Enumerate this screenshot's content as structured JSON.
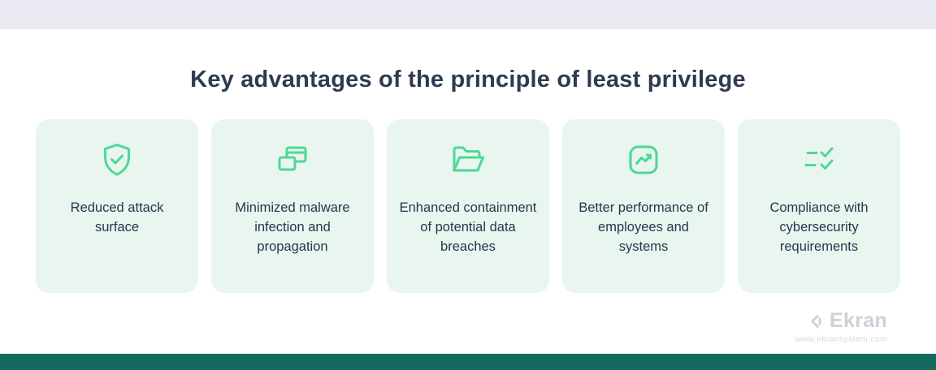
{
  "header": {
    "title": "Key advantages of the principle of least privilege"
  },
  "cards": [
    {
      "icon": "shield-check-icon",
      "label": "Reduced attack surface"
    },
    {
      "icon": "overlapping-windows-icon",
      "label": "Minimized malware infection and propagation"
    },
    {
      "icon": "open-folder-icon",
      "label": "Enhanced containment of potential data breaches"
    },
    {
      "icon": "performance-chart-icon",
      "label": "Better performance of employees and systems"
    },
    {
      "icon": "checklist-icon",
      "label": "Compliance with cybersecurity requirements"
    }
  ],
  "footer": {
    "brand": "Ekran",
    "website": "www.ekransystem.com"
  },
  "colors": {
    "accent_green": "#4fd794",
    "card_background": "#e8f6ef",
    "title_text": "#2e3b4f",
    "top_bar": "#e9eaf2",
    "bottom_bar": "#15695f",
    "brand_gray": "#ccd1d9"
  }
}
